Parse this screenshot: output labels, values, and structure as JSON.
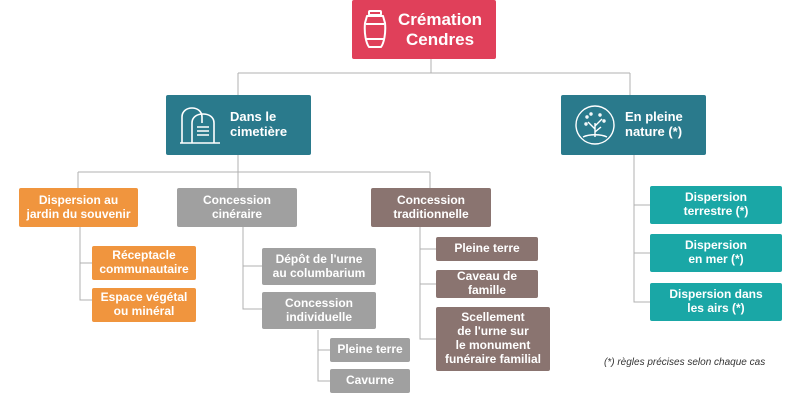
{
  "root": {
    "line1": "Crémation",
    "line2": "Cendres"
  },
  "cimetiere": {
    "line1": "Dans le",
    "line2": "cimetière"
  },
  "nature": {
    "line1": "En pleine",
    "line2": "nature (*)"
  },
  "jardin": {
    "line1": "Dispersion au",
    "line2": "jardin du souvenir"
  },
  "receptacle": {
    "line1": "Réceptacle",
    "line2": "communautaire"
  },
  "espace": {
    "line1": "Espace végétal",
    "line2": "ou minéral"
  },
  "cineraire": {
    "line1": "Concession",
    "line2": "cinéraire"
  },
  "depot": {
    "line1": "Dépôt de l'urne",
    "line2": "au columbarium"
  },
  "individuelle": {
    "line1": "Concession",
    "line2": "individuelle"
  },
  "pleine_terre_a": {
    "line1": "Pleine terre"
  },
  "cavurne": {
    "line1": "Cavurne"
  },
  "traditionnelle": {
    "line1": "Concession",
    "line2": "traditionnelle"
  },
  "pleine_terre_b": {
    "line1": "Pleine terre"
  },
  "caveau": {
    "line1": "Caveau de",
    "line2": "famille"
  },
  "scellement": {
    "line1": "Scellement",
    "line2": "de l'urne sur",
    "line3": "le monument",
    "line4": "funéraire familial"
  },
  "terrestre": {
    "line1": "Dispersion",
    "line2": "terrestre (*)"
  },
  "mer": {
    "line1": "Dispersion",
    "line2": "en mer (*)"
  },
  "airs": {
    "line1": "Dispersion dans",
    "line2": "les airs (*)"
  },
  "footnote": "(*) règles précises selon chaque cas",
  "colors": {
    "root": "#e0405a",
    "level1": "#2a7a8c",
    "orange": "#f0953e",
    "gray": "#a0a0a0",
    "brown": "#8a7470",
    "teal": "#1aa7a6",
    "connector": "#b0b0b0"
  },
  "icons": {
    "root": "urn-icon",
    "cimetiere": "tombstone-icon",
    "nature": "tree-icon"
  }
}
